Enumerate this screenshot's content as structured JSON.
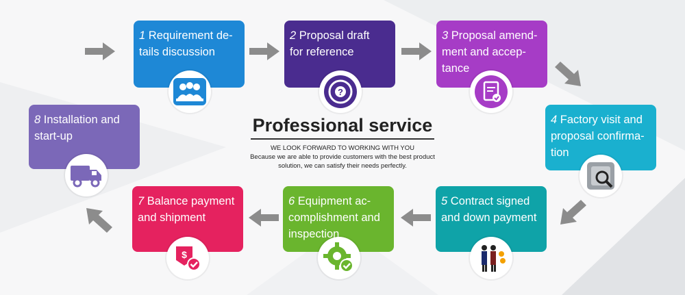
{
  "center": {
    "title": "Professional service",
    "subtitle_line1": "WE LOOK FORWARD TO WORKING WITH YOU",
    "subtitle_line2": "Because we are able to provide customers with the best product",
    "subtitle_line3": "solution, we can satisfy their needs perfectly."
  },
  "steps": [
    {
      "num": "1",
      "text": "Requirement de-\ntails discussion",
      "color": "#1e88d6",
      "icon": "team-meeting-icon"
    },
    {
      "num": "2",
      "text": "Proposal draft\nfor reference",
      "color": "#4a2c8f",
      "icon": "question-target-icon"
    },
    {
      "num": "3",
      "text": "Proposal amend-\nment and accep-\ntance",
      "color": "#a63cc6",
      "icon": "clipboard-check-icon"
    },
    {
      "num": "4",
      "text": "Factory visit and\nproposal confirma-\ntion",
      "color": "#1ab0cf",
      "icon": "safe-search-icon"
    },
    {
      "num": "5",
      "text": "Contract signed\nand down payment",
      "color": "#0fa3a8",
      "icon": "handshake-coins-icon"
    },
    {
      "num": "6",
      "text": "Equipment ac-\ncomplishment and\ninspection",
      "color": "#6ab52e",
      "icon": "gear-check-icon"
    },
    {
      "num": "7",
      "text": "Balance payment\nand shipment",
      "color": "#e5225f",
      "icon": "payment-check-icon"
    },
    {
      "num": "8",
      "text": "Installation and\nstart-up",
      "color": "#7b68b8",
      "icon": "truck-icon"
    }
  ],
  "arrow_color": "#8c8c8c"
}
